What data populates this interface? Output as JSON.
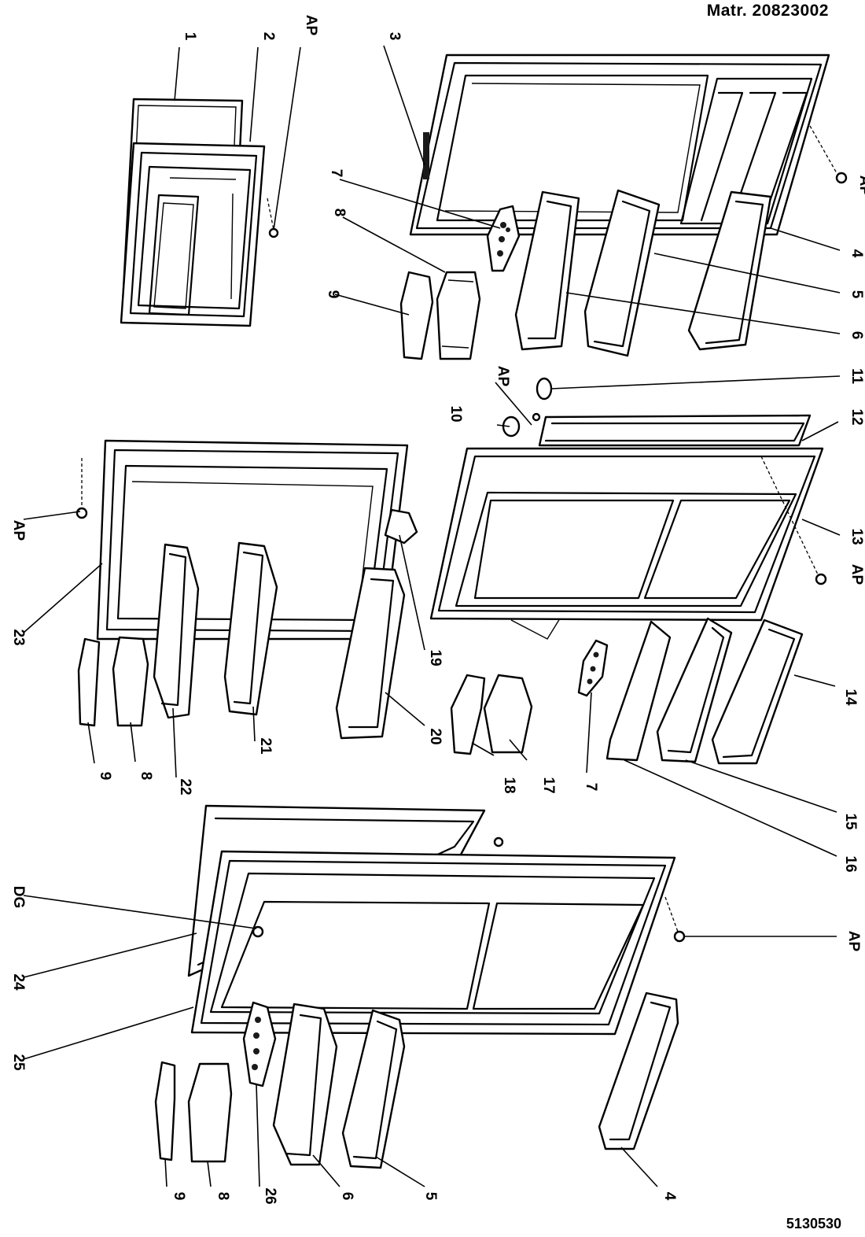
{
  "header": {
    "matr": "Matr. 20823002"
  },
  "footer": {
    "drawing_number": "5130530"
  },
  "callouts": {
    "c1": "1",
    "c2": "2",
    "c3": "3",
    "c4a": "4",
    "c4b": "4",
    "c5a": "5",
    "c5b": "5",
    "c6a": "6",
    "c6b": "6",
    "c7a": "7",
    "c7b": "7",
    "c8a": "8",
    "c8b": "8",
    "c8c": "8",
    "c9a": "9",
    "c9b": "9",
    "c9c": "9",
    "c10": "10",
    "c11": "11",
    "c12": "12",
    "c13": "13",
    "c14": "14",
    "c15": "15",
    "c16": "16",
    "c17": "17",
    "c18": "18",
    "c19": "19",
    "c20": "20",
    "c21": "21",
    "c22": "22",
    "c23": "23",
    "c24": "24",
    "c25": "25",
    "c26": "26",
    "ap1": "AP",
    "ap2": "AP",
    "ap3": "AP",
    "ap4": "AP",
    "ap5": "AP",
    "ap6": "AP",
    "dg": "DG"
  }
}
